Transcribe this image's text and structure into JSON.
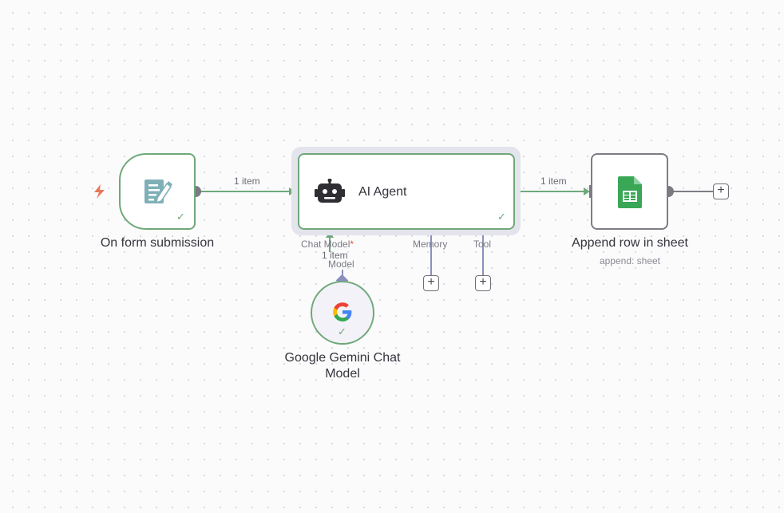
{
  "nodes": {
    "trigger": {
      "title": "On form submission",
      "icon": "form-icon",
      "status": "✓"
    },
    "agent": {
      "title": "AI Agent",
      "icon": "robot-icon",
      "status": "✓",
      "ports": {
        "chat_model": "Chat Model",
        "chat_model_required": "*",
        "memory": "Memory",
        "tool": "Tool"
      }
    },
    "sheet": {
      "title": "Append row in sheet",
      "subtitle": "append: sheet",
      "icon": "google-sheets-icon"
    },
    "gemini": {
      "title_line1": "Google Gemini Chat",
      "title_line2": "Model",
      "icon": "google-icon",
      "status": "✓",
      "port_label": "Model"
    }
  },
  "edges": {
    "trigger_to_agent": "1 item",
    "agent_to_sheet": "1 item",
    "gemini_to_agent": "1 item"
  },
  "buttons": {
    "add_symbol": "+"
  },
  "colors": {
    "success": "#6fa87a",
    "connector": "#8a8fc0",
    "handle": "#6e6e78",
    "trigger_bolt": "#e8785a",
    "sheets_green": "#3aa757"
  }
}
